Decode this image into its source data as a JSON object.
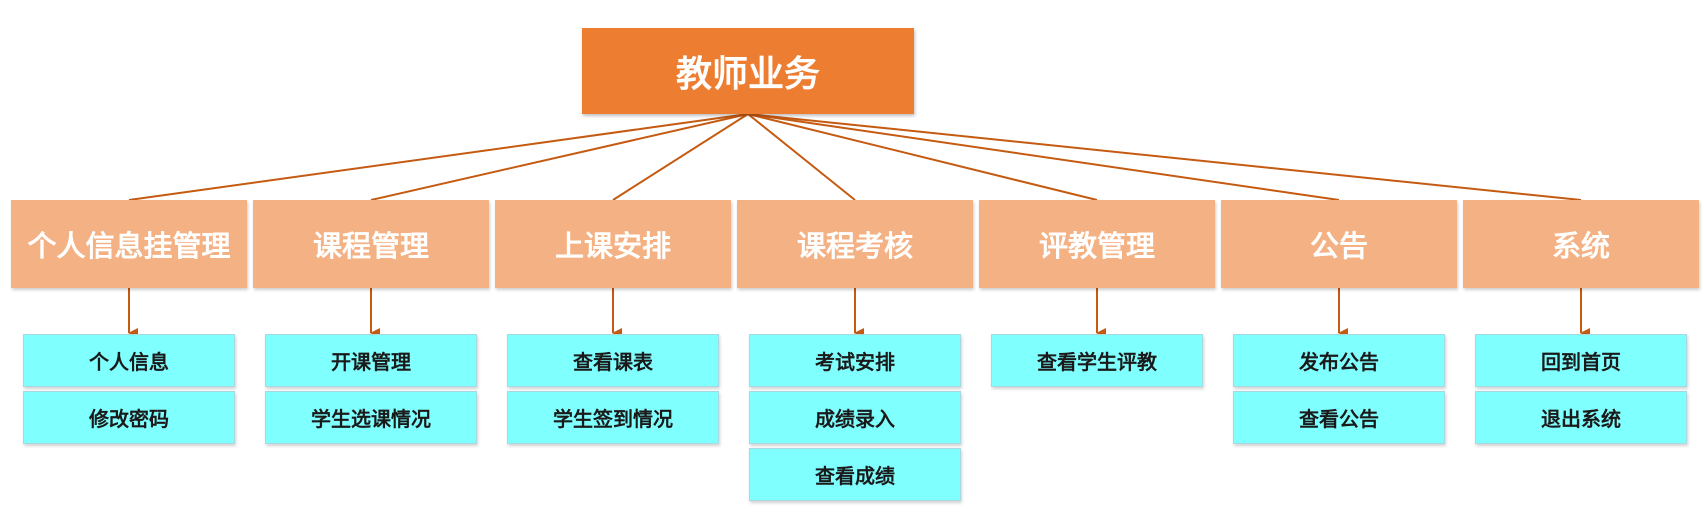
{
  "root": {
    "label": "教师业务"
  },
  "colors": {
    "root": "#ed7d31",
    "category": "#f4b183",
    "leaf": "#80ffff",
    "connector": "#c55a11"
  },
  "categories": [
    {
      "label": "个人信息挂管理",
      "items": [
        "个人信息",
        "修改密码"
      ]
    },
    {
      "label": "课程管理",
      "items": [
        "开课管理",
        "学生选课情况"
      ]
    },
    {
      "label": "上课安排",
      "items": [
        "查看课表",
        "学生签到情况"
      ]
    },
    {
      "label": "课程考核",
      "items": [
        "考试安排",
        "成绩录入",
        "查看成绩"
      ]
    },
    {
      "label": "评教管理",
      "items": [
        "查看学生评教"
      ]
    },
    {
      "label": "公告",
      "items": [
        "发布公告",
        "查看公告"
      ]
    },
    {
      "label": "系统",
      "items": [
        "回到首页",
        "退出系统"
      ]
    }
  ]
}
